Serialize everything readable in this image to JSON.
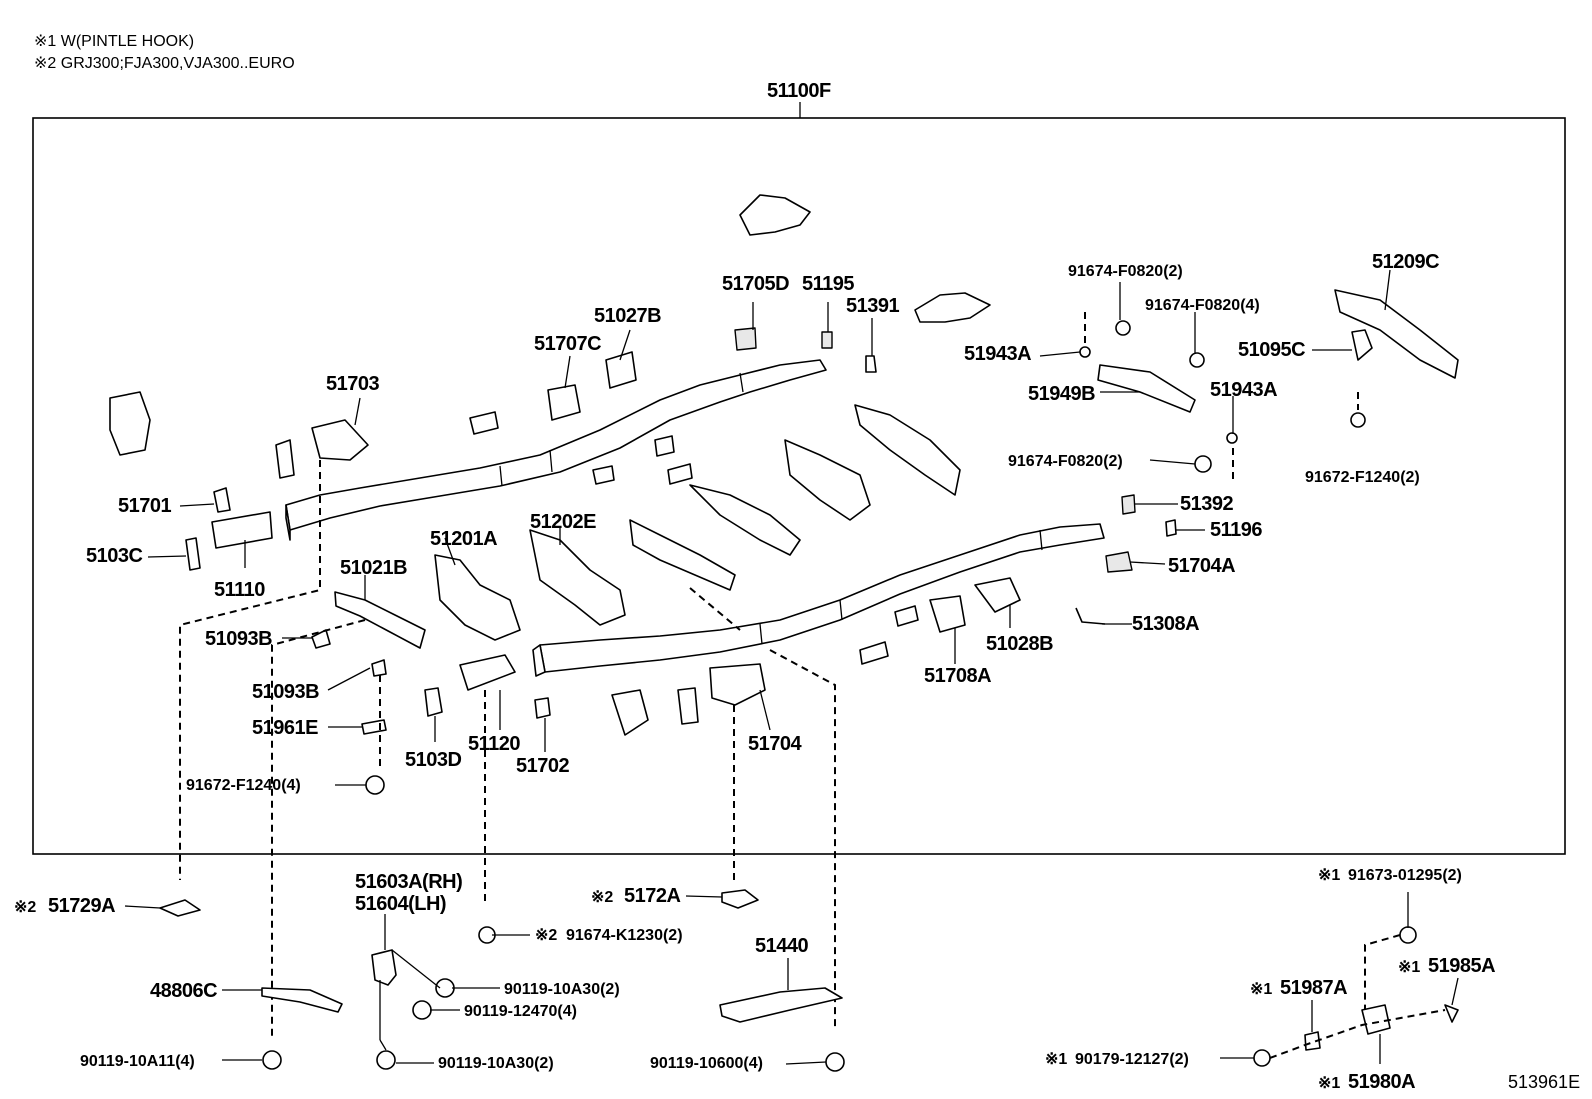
{
  "notes": {
    "note1": "※1 W(PINTLE HOOK)",
    "note2": "※2 GRJ300;FJA300,VJA300..EURO"
  },
  "assembly_label": "51100F",
  "reference_code": "513961E",
  "parts": {
    "p51705D": "51705D",
    "p51195": "51195",
    "p51391": "51391",
    "p51027B": "51027B",
    "p51707C": "51707C",
    "p51703": "51703",
    "p91674_F0820_2a": "91674-F0820(2)",
    "p91674_F0820_4": "91674-F0820(4)",
    "p51943A_a": "51943A",
    "p51949B": "51949B",
    "p51943A_b": "51943A",
    "p91674_F0820_2b": "91674-F0820(2)",
    "p51209C": "51209C",
    "p51095C": "51095C",
    "p91672_F1240_2": "91672-F1240(2)",
    "p51701": "51701",
    "p5103C": "5103C",
    "p51110": "51110",
    "p51201A": "51201A",
    "p51202E": "51202E",
    "p51021B": "51021B",
    "p51392": "51392",
    "p51196": "51196",
    "p51704A": "51704A",
    "p51308A": "51308A",
    "p51028B": "51028B",
    "p51708A": "51708A",
    "p51093B_a": "51093B",
    "p51093B_b": "51093B",
    "p51961E": "51961E",
    "p91672_F1240_4": "91672-F1240(4)",
    "p5103D": "5103D",
    "p51120": "51120",
    "p51702": "51702",
    "p51704": "51704",
    "p51729A": "51729A",
    "p51603A": "51603A(RH)",
    "p51604": "51604(LH)",
    "p5172A": "5172A",
    "p91674_K1230_2": "91674-K1230(2)",
    "p51440": "51440",
    "p91673_01295_2": "91673-01295(2)",
    "p51985A": "51985A",
    "p51987A": "51987A",
    "p48806C": "48806C",
    "p90119_10A30_2a": "90119-10A30(2)",
    "p90119_12470_4": "90119-12470(4)",
    "p90119_10A11_4": "90119-10A11(4)",
    "p90119_10A30_2b": "90119-10A30(2)",
    "p90119_10600_4": "90119-10600(4)",
    "p90179_12127_2": "90179-12127(2)",
    "p51980A": "51980A"
  },
  "markers": {
    "m2": "※2",
    "m1": "※1"
  }
}
